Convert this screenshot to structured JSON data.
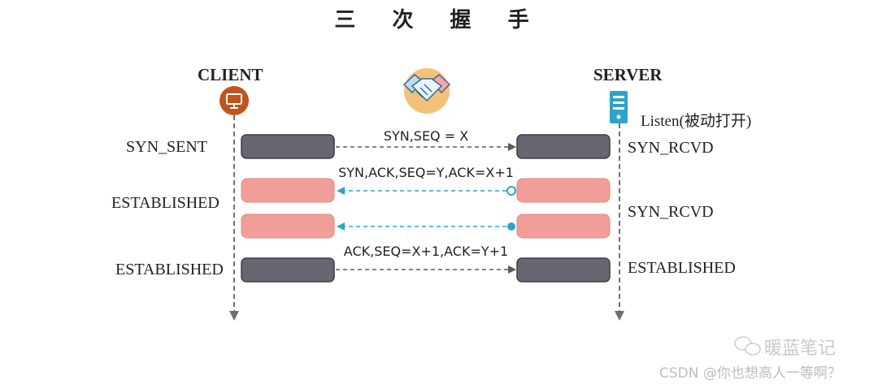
{
  "title": "三 次 握 手",
  "client": {
    "label": "CLIENT",
    "icon": "monitor-icon",
    "icon_color": "#c0561d",
    "states": [
      "SYN_SENT",
      "ESTABLISHED",
      "ESTABLISHED"
    ]
  },
  "server": {
    "label": "SERVER",
    "icon": "server-icon",
    "icon_color": "#2ea3c7",
    "listen": "Listen(被动打开)",
    "states": [
      "SYN_RCVD",
      "SYN_RCVD",
      "ESTABLISHED"
    ]
  },
  "messages": [
    {
      "label": "SYN,SEQ = X",
      "direction": "client-to-server"
    },
    {
      "label": "SYN,ACK,SEQ=Y,ACK=X+1",
      "direction": "server-to-client"
    },
    {
      "label": "",
      "direction": "server-to-client"
    },
    {
      "label": "ACK,SEQ=X+1,ACK=Y+1",
      "direction": "client-to-server"
    }
  ],
  "colors": {
    "dark_box": "#696672",
    "pink_box": "#f29e98",
    "black_arrow": "#5a5a5a",
    "blue_arrow": "#2aa7c9",
    "handshake_bg": "#f3c27a"
  },
  "watermark": {
    "brand": "暖蓝笔记",
    "credit": "CSDN @你也想高人一等啊？"
  }
}
